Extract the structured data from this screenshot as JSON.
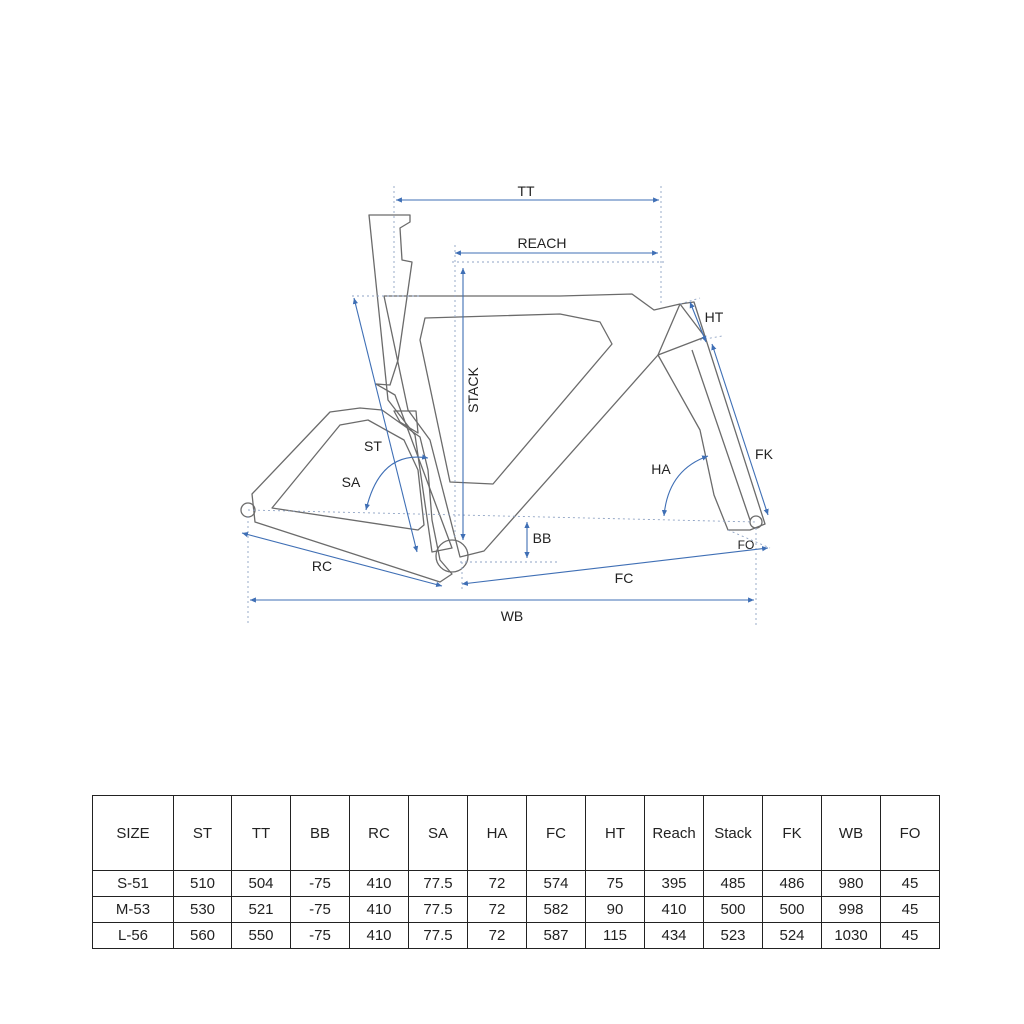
{
  "diagram": {
    "labels": {
      "tt": "TT",
      "reach": "REACH",
      "ht": "HT",
      "stack": "STACK",
      "st": "ST",
      "sa": "SA",
      "ha": "HA",
      "fk": "FK",
      "bb": "BB",
      "fo": "FO",
      "rc": "RC",
      "fc": "FC",
      "wb": "WB"
    },
    "line_color": "#3f6fb5",
    "frame_color": "#6b6b6b"
  },
  "table": {
    "headers": [
      "SIZE",
      "ST",
      "TT",
      "BB",
      "RC",
      "SA",
      "HA",
      "FC",
      "HT",
      "Reach",
      "Stack",
      "FK",
      "WB",
      "FO"
    ],
    "rows": [
      [
        "S-51",
        "510",
        "504",
        "-75",
        "410",
        "77.5",
        "72",
        "574",
        "75",
        "395",
        "485",
        "486",
        "980",
        "45"
      ],
      [
        "M-53",
        "530",
        "521",
        "-75",
        "410",
        "77.5",
        "72",
        "582",
        "90",
        "410",
        "500",
        "500",
        "998",
        "45"
      ],
      [
        "L-56",
        "560",
        "550",
        "-75",
        "410",
        "77.5",
        "72",
        "587",
        "115",
        "434",
        "523",
        "524",
        "1030",
        "45"
      ]
    ]
  }
}
